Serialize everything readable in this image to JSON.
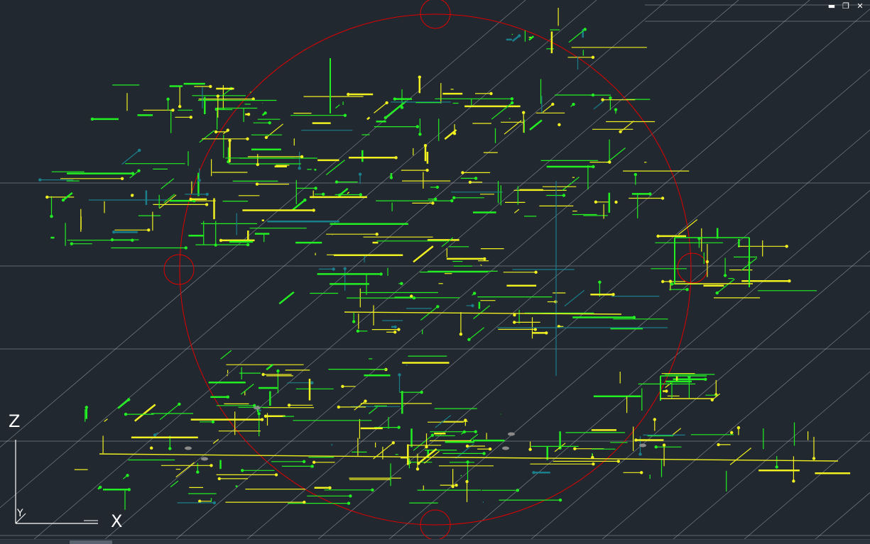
{
  "viewport": {
    "background": "#212830",
    "layer_colors": {
      "green": "#22ee22",
      "yellow": "#f0f020",
      "cyan": "#1a7f8a",
      "red": "#e00000",
      "grid": "#c8ccd0",
      "gray": "#8a8a8a"
    }
  },
  "window_controls": {
    "minimize_icon": "minimize-icon",
    "restore_icon": "restore-icon",
    "close_icon": "close-icon",
    "minimize": "▬",
    "restore": "❐",
    "close": "✕"
  },
  "ucs": {
    "z_label": "Z",
    "x_label": "X",
    "y_label": "Y"
  }
}
